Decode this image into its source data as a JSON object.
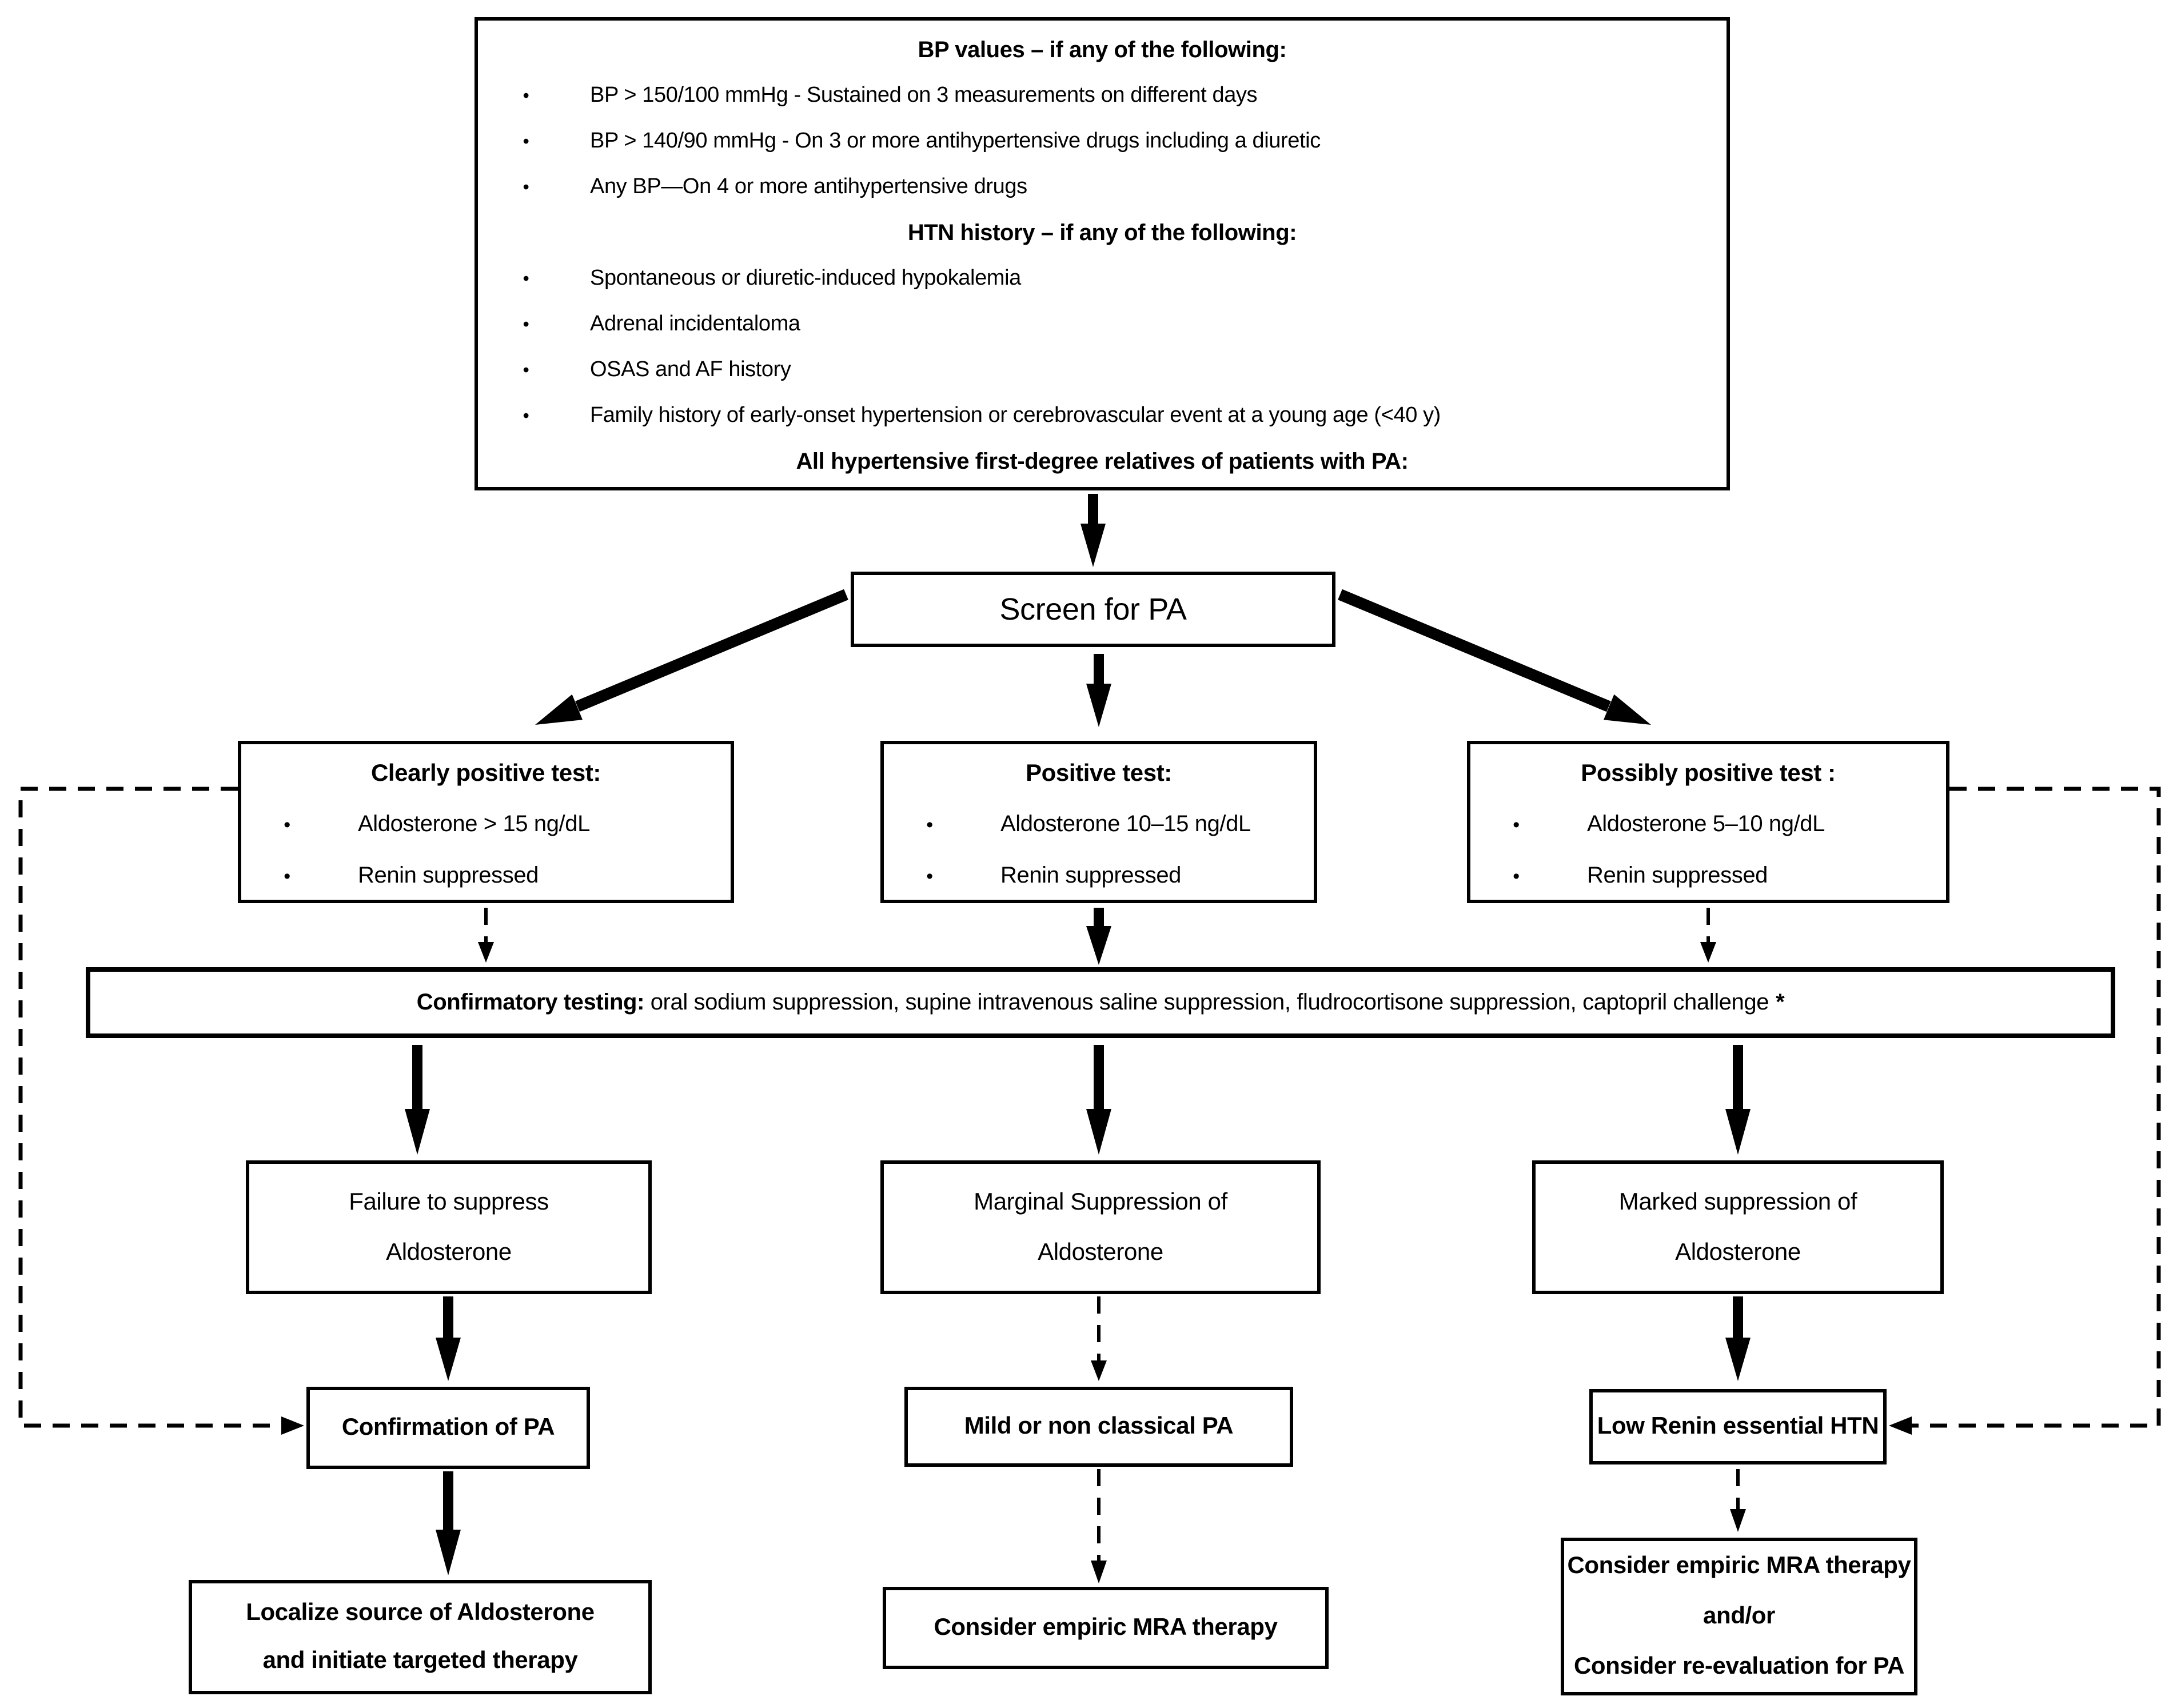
{
  "ui": {
    "bullet_char": "•",
    "line_color": "#000000",
    "background": "#ffffff"
  },
  "criteria": {
    "bp_heading": "BP values – if  any of the following:",
    "bp_items": [
      "BP > 150/100 mmHg - Sustained on 3 measurements on different days",
      "BP > 140/90 mmHg - On 3 or more antihypertensive drugs including a diuretic",
      "Any BP—On 4 or more antihypertensive drugs"
    ],
    "htn_heading": "HTN history – if any of the following:",
    "htn_items": [
      "Spontaneous or diuretic-induced hypokalemia",
      "Adrenal incidentaloma",
      "OSAS and AF history",
      "Family history of early-onset hypertension or cerebrovascular event at a young age (<40 y)"
    ],
    "footer": "All hypertensive first-degree relatives of patients with PA:"
  },
  "screen": {
    "label": "Screen for PA"
  },
  "tests": {
    "clearly": {
      "title": "Clearly positive test:",
      "items": [
        "Aldosterone > 15 ng/dL",
        "Renin suppressed"
      ]
    },
    "positive": {
      "title": "Positive test:",
      "items": [
        "Aldosterone 10–15 ng/dL",
        "Renin suppressed"
      ]
    },
    "possibly": {
      "title": "Possibly positive test :",
      "items": [
        "Aldosterone 5–10 ng/dL",
        "Renin suppressed"
      ]
    }
  },
  "bar": {
    "bold": "Confirmatory testing:",
    "rest": " oral sodium suppression, supine intravenous saline suppression, fludrocortisone suppression, captopril challenge",
    "star": "*"
  },
  "outcomes": {
    "failure_l1": "Failure to suppress",
    "failure_l2": "Aldosterone",
    "marginal_l1": "Marginal Suppression of",
    "marginal_l2": "Aldosterone",
    "marked_l1": "Marked suppression of",
    "marked_l2": "Aldosterone",
    "confirmation": "Confirmation of PA",
    "mild": "Mild or non classical PA",
    "low_renin": "Low Renin essential HTN",
    "localize_l1": "Localize source of Aldosterone",
    "localize_l2": "and initiate targeted therapy",
    "consider_mid": "Consider empiric MRA therapy",
    "consider_right_l1": "Consider empiric MRA therapy",
    "consider_right_l2": "and/or",
    "consider_right_l3": "Consider re-evaluation for PA"
  }
}
